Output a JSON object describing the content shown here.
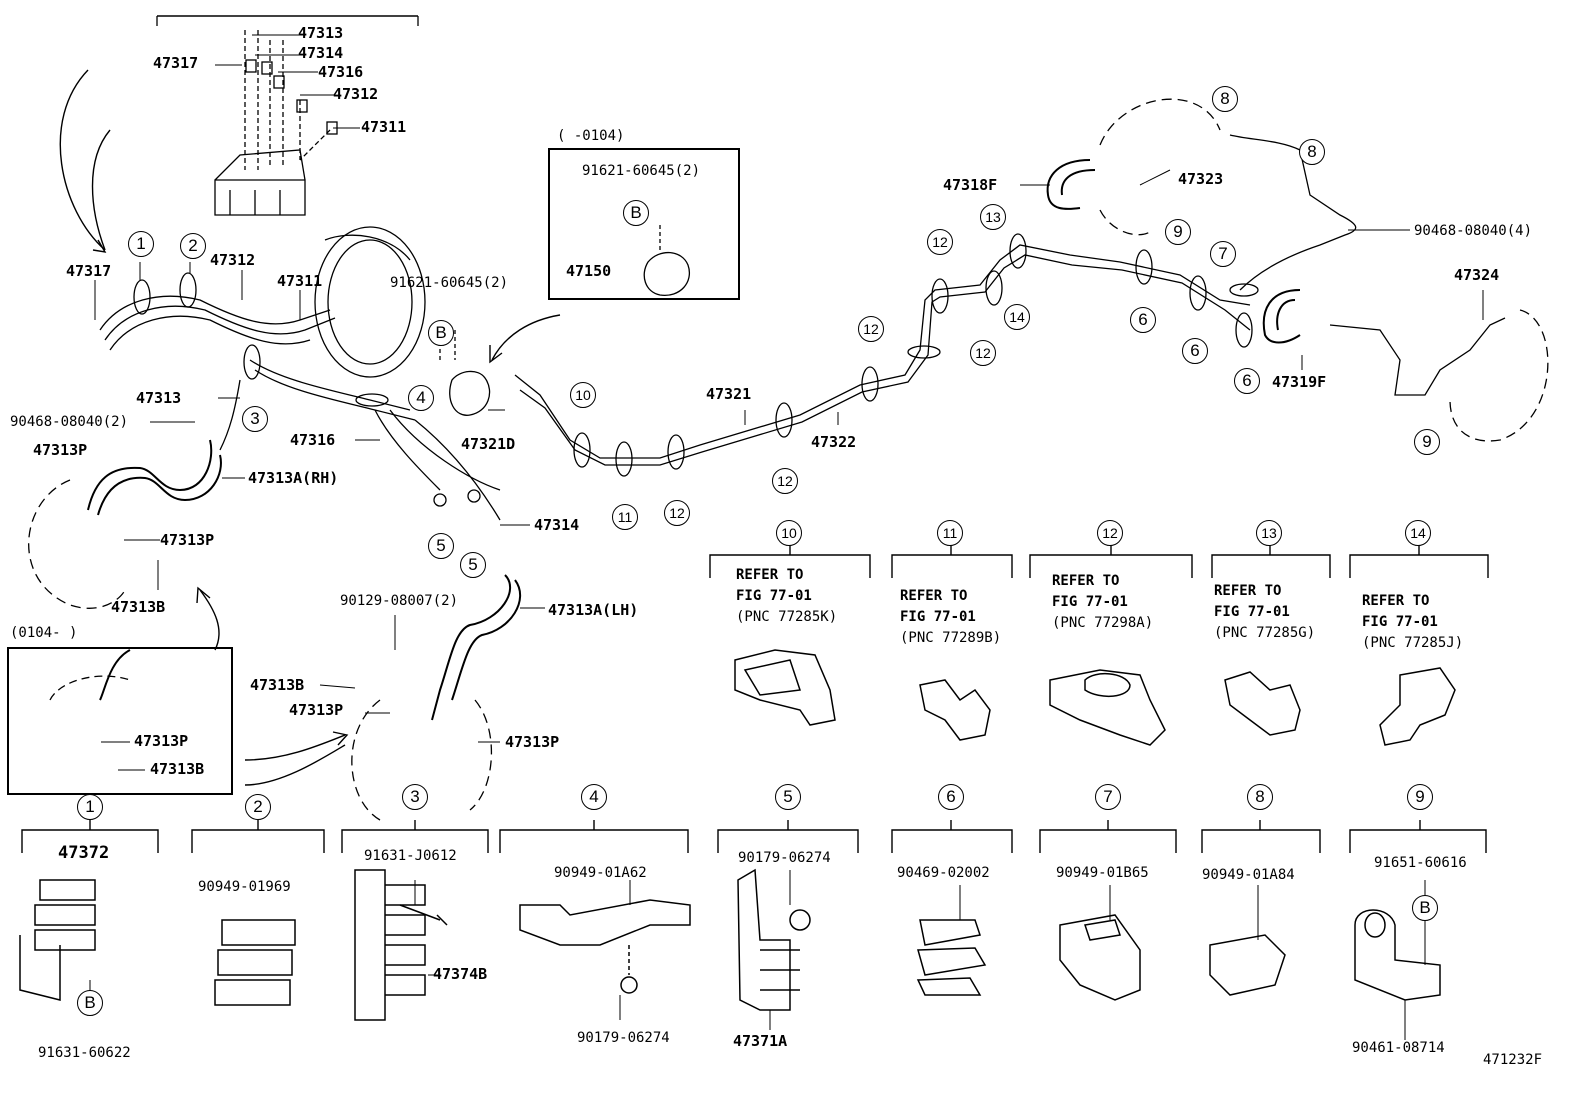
{
  "diagram_code": "471232F",
  "part_labels": {
    "p47313_top": "47313",
    "p47314_top": "47314",
    "p47317_top": "47317",
    "p47316_top": "47316",
    "p47312_top": "47312",
    "p47311_top": "47311",
    "p47317": "47317",
    "p47312": "47312",
    "p47311": "47311",
    "p47313": "47313",
    "p90468_2": "90468-08040(2)",
    "p47313P_a": "47313P",
    "p47313A_RH": "47313A(RH)",
    "p47313P_b": "47313P",
    "p47313B_a": "47313B",
    "p47316": "47316",
    "p47321D": "47321D",
    "p91621_main": "91621-60645(2)",
    "p47314": "47314",
    "p90129": "90129-08007(2)",
    "p47313A_LH": "47313A(LH)",
    "p47313B_b": "47313B",
    "p47313P_c": "47313P",
    "p47313P_d": "47313P",
    "p47313P_e": "47313P",
    "p47313B_c": "47313B",
    "p47321": "47321",
    "p47322": "47322",
    "p47318F": "47318F",
    "p47323": "47323",
    "p90468_4": "90468-08040(4)",
    "p47324": "47324",
    "p47319F": "47319F"
  },
  "inset_top": {
    "range": "(     -0104)",
    "bolt": "91621-60645(2)",
    "ref_letter": "B",
    "part": "47150"
  },
  "inset_left": {
    "range": "(0104-      )"
  },
  "callouts": {
    "c1": "1",
    "c2": "2",
    "c3": "3",
    "c4": "4",
    "c5a": "5",
    "c5b": "5",
    "c6a": "6",
    "c6b": "6",
    "c6c": "6",
    "c7": "7",
    "c8a": "8",
    "c8b": "8",
    "c9a": "9",
    "c9b": "9",
    "c10": "10",
    "c11": "11",
    "c12a": "12",
    "c12b": "12",
    "c12c": "12",
    "c12d": "12",
    "c12e": "12",
    "c13": "13",
    "c14": "14",
    "cB_main": "B"
  },
  "clamp_refs": [
    {
      "num": "10",
      "line1": "REFER TO",
      "line2": "FIG 77-01",
      "pnc": "(PNC 77285K)"
    },
    {
      "num": "11",
      "line1": "REFER TO",
      "line2": "FIG 77-01",
      "pnc": "(PNC 77289B)"
    },
    {
      "num": "12",
      "line1": "REFER TO",
      "line2": "FIG 77-01",
      "pnc": "(PNC 77298A)"
    },
    {
      "num": "13",
      "line1": "REFER TO",
      "line2": "FIG 77-01",
      "pnc": "(PNC 77285G)"
    },
    {
      "num": "14",
      "line1": "REFER TO",
      "line2": "FIG 77-01",
      "pnc": "(PNC 77285J)"
    }
  ],
  "clamp_parts": [
    {
      "num": "1",
      "top": "47372",
      "bottom": "91631-60622",
      "ref": "B"
    },
    {
      "num": "2",
      "top": "90949-01969"
    },
    {
      "num": "3",
      "top": "91631-J0612",
      "side": "47374B"
    },
    {
      "num": "4",
      "top": "90949-01A62",
      "bottom": "90179-06274"
    },
    {
      "num": "5",
      "top": "90179-06274",
      "bottom": "47371A"
    },
    {
      "num": "6",
      "top": "90469-02002"
    },
    {
      "num": "7",
      "top": "90949-01B65"
    },
    {
      "num": "8",
      "top": "90949-01A84"
    },
    {
      "num": "9",
      "top": "91651-60616",
      "bottom": "90461-08714",
      "ref": "B"
    }
  ]
}
